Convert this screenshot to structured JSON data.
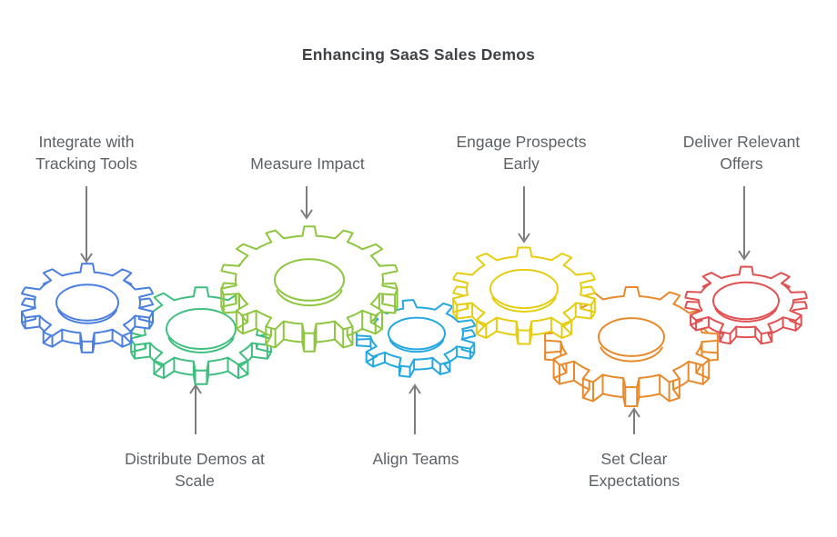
{
  "title": "Enhancing SaaS Sales Demos",
  "steps": [
    {
      "label": "Integrate with\nTracking Tools",
      "color": "#4a7fe0",
      "position": "top"
    },
    {
      "label": "Distribute Demos at\nScale",
      "color": "#3fbf7f",
      "position": "bottom"
    },
    {
      "label": "Measure Impact",
      "color": "#8ec63f",
      "position": "top"
    },
    {
      "label": "Align Teams",
      "color": "#25a8e0",
      "position": "bottom"
    },
    {
      "label": "Engage Prospects\nEarly",
      "color": "#e6cd12",
      "position": "top"
    },
    {
      "label": "Set Clear\nExpectations",
      "color": "#e8892b",
      "position": "bottom"
    },
    {
      "label": "Deliver Relevant\nOffers",
      "color": "#e05152",
      "position": "top"
    }
  ],
  "colors": {
    "background": "#ffffff",
    "title_text": "#3f4347",
    "label_text": "#5c6165",
    "arrow": "#7d7d7d"
  }
}
